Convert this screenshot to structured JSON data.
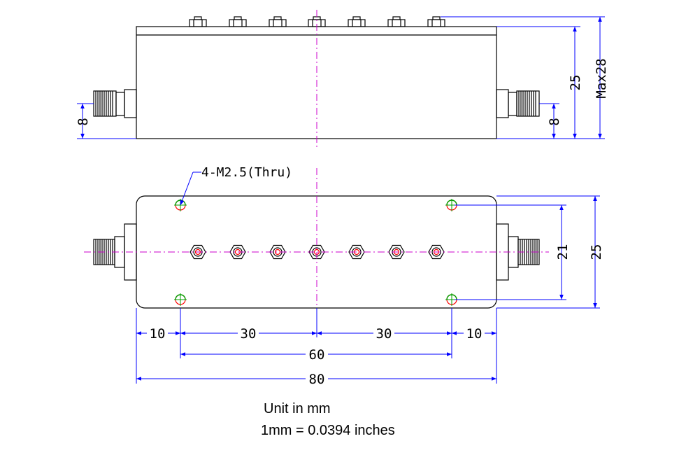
{
  "colors": {
    "outline": "#000000",
    "dimension_line": "#0000ff",
    "center_line": "#cc00cc",
    "hole_green": "#00a000",
    "hole_red": "#ff0000",
    "nut_red": "#ff0000"
  },
  "side_view": {
    "dim_connector_left": "8",
    "dim_connector_right": "8",
    "dim_body_height": "25",
    "dim_max_height": "Max28"
  },
  "top_view": {
    "hole_callout": "4-M2.5(Thru)",
    "dim_hole_spacing_vertical": "21",
    "dim_body_width": "25"
  },
  "bottom_dims": {
    "left_edge": "10",
    "left_half": "30",
    "right_half": "30",
    "right_edge": "10",
    "hole_span": "60",
    "overall_length": "80"
  },
  "notes": {
    "unit": "Unit in mm",
    "conversion": "1mm = 0.0394 inches"
  }
}
